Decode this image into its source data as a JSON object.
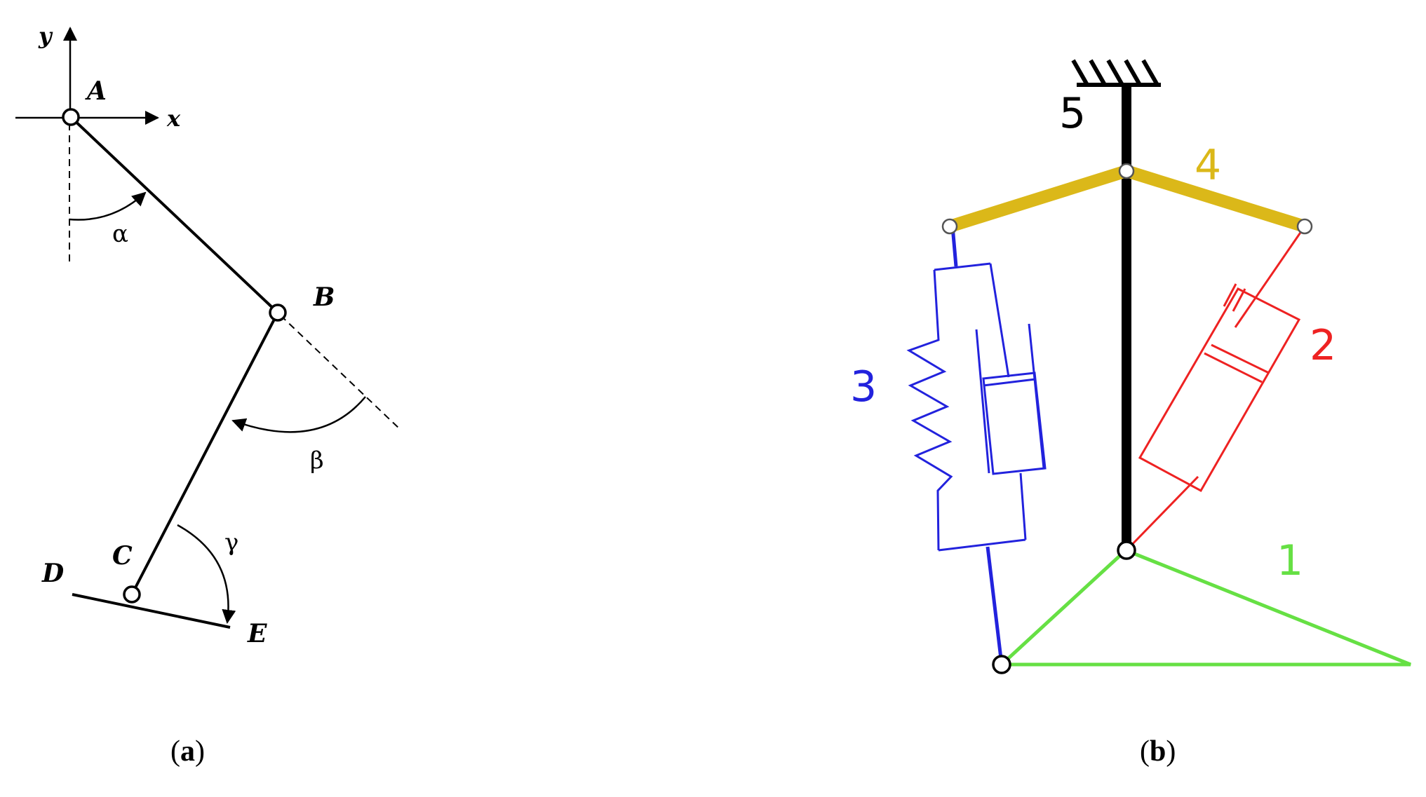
{
  "panel_a": {
    "axis_y": "y",
    "axis_x": "x",
    "points": {
      "A": "A",
      "B": "B",
      "C": "C",
      "D": "D",
      "E": "E"
    },
    "angles": {
      "alpha": "α",
      "beta": "β",
      "gamma": "γ"
    },
    "caption": {
      "open": "(",
      "letter": "a",
      "close": ")"
    }
  },
  "panel_b": {
    "labels": {
      "n1": "1",
      "n2": "2",
      "n3": "3",
      "n4": "4",
      "n5": "5"
    },
    "caption": {
      "open": "(",
      "letter": "b",
      "close": ")"
    }
  },
  "colors": {
    "link1": "#66e044",
    "link2": "#ee2222",
    "link3": "#2222dd",
    "link4": "#dbb819",
    "link5": "#000000"
  }
}
